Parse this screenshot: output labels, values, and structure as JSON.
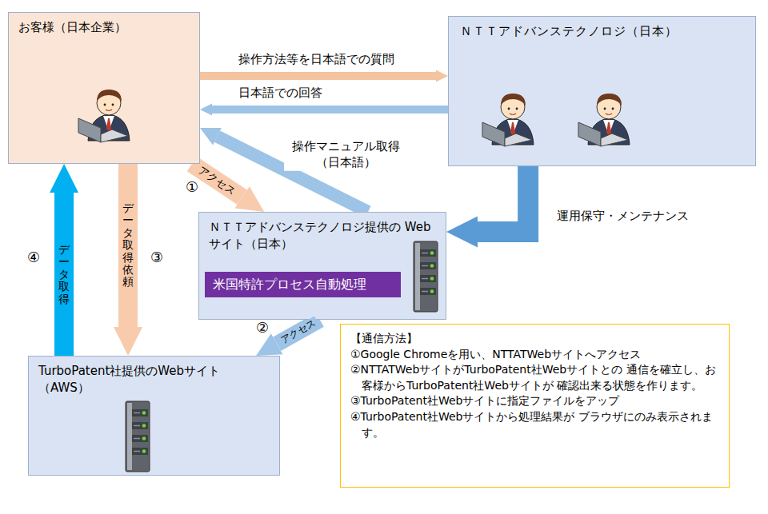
{
  "diagram": {
    "nodes": [
      {
        "text": [
          "お客様（日本企業）"
        ]
      },
      {
        "text": [
          "ＮＴＴアドバンステクノロジ（日本）"
        ]
      },
      {
        "text": [
          "ＮＴＴアドバンステクノロジ提供の Webサイト（日本）"
        ]
      },
      {
        "text": [
          "米国特許プロセス自動処理"
        ],
        "in": 2
      },
      {
        "text": [
          "TurboPatent社提供のWebサイト （AWS）"
        ]
      },
      {
        "text": [
          "【通信方法】",
          "①Google Chromeを用い、NTTATWebサイトへアクセス",
          "②NTTATWebサイトがTurboPatent社Webサイトとの 通信を確立し、お客様からTurboPatent社Webサイトが 確認出来る状態を作ります。",
          "③TurboPatent社Webサイトに指定ファイルをアップ",
          "④TurboPatent社Webサイトから処理結果が ブラウザにのみ表示されます。"
        ]
      }
    ],
    "edges": [
      {
        "from": 0,
        "to": 1,
        "label": "操作方法等を日本語での質問",
        "arrow": "to"
      },
      {
        "from": 1,
        "to": 0,
        "label": "日本語での回答",
        "arrow": "to"
      },
      {
        "from": 0,
        "to": 2,
        "label": "アクセス",
        "arrow": "to"
      },
      {
        "from": 2,
        "to": 0,
        "label": "操作マニュアル取得 （日本語）",
        "arrow": "to"
      },
      {
        "from": 1,
        "to": 2,
        "label": "運用保守・メンテナンス",
        "arrow": "to"
      },
      {
        "from": 2,
        "to": 4,
        "label": "アクセス",
        "arrow": "to"
      },
      {
        "from": 0,
        "to": 4,
        "label": "データ取得依頼",
        "arrow": "to"
      },
      {
        "from": 4,
        "to": 0,
        "label": "データ取得",
        "arrow": "to"
      }
    ],
    "labels": [
      "①",
      "②",
      "③",
      "④"
    ]
  }
}
